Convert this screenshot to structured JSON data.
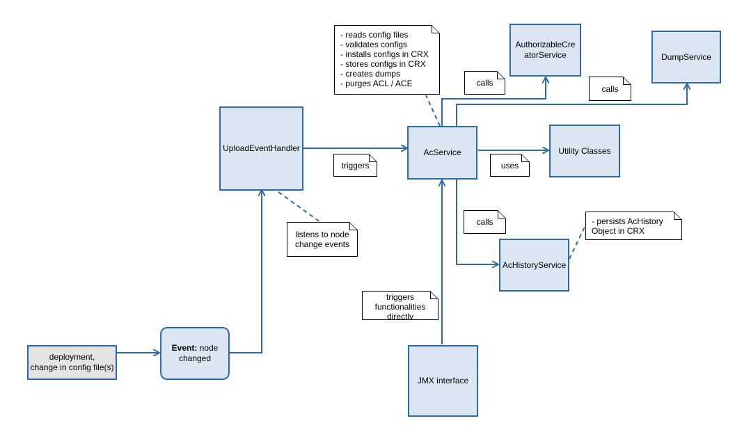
{
  "nodes": {
    "deployment": [
      "deployment,",
      "change in config file(s)"
    ],
    "event": {
      "bold": "Event:",
      "rest": " node",
      "line2": "changed"
    },
    "upload_handler": "UploadEventHandler",
    "ac_service": "AcService",
    "authorizable_creator": [
      "AuthorizableCre",
      "atorService"
    ],
    "dump_service": "DumpService",
    "utility_classes": "Utility Classes",
    "ac_history_service": "AcHistoryService",
    "jmx_interface": "JMX interface"
  },
  "notes": {
    "ac_service_duties": [
      "- reads config files",
      "- validates configs",
      "- installs configs in CRX",
      "- stores configs in CRX",
      "- creates dumps",
      "- purges ACL / ACE"
    ],
    "calls_authorizable": "calls",
    "calls_dump": "calls",
    "triggers": "triggers",
    "uses": "uses",
    "calls_history": "calls",
    "listens": [
      "listens to node",
      "change events"
    ],
    "persists": [
      "- persists AcHistory",
      "Object in CRX"
    ],
    "jmx_triggers": [
      "triggers",
      "functionalities",
      "directly"
    ]
  },
  "colors": {
    "node_fill": "#dce6f2",
    "node_border": "#2e6aa7",
    "source_fill": "#e4e4e4",
    "connector": "#2e6aa7",
    "note_border": "#000000"
  }
}
